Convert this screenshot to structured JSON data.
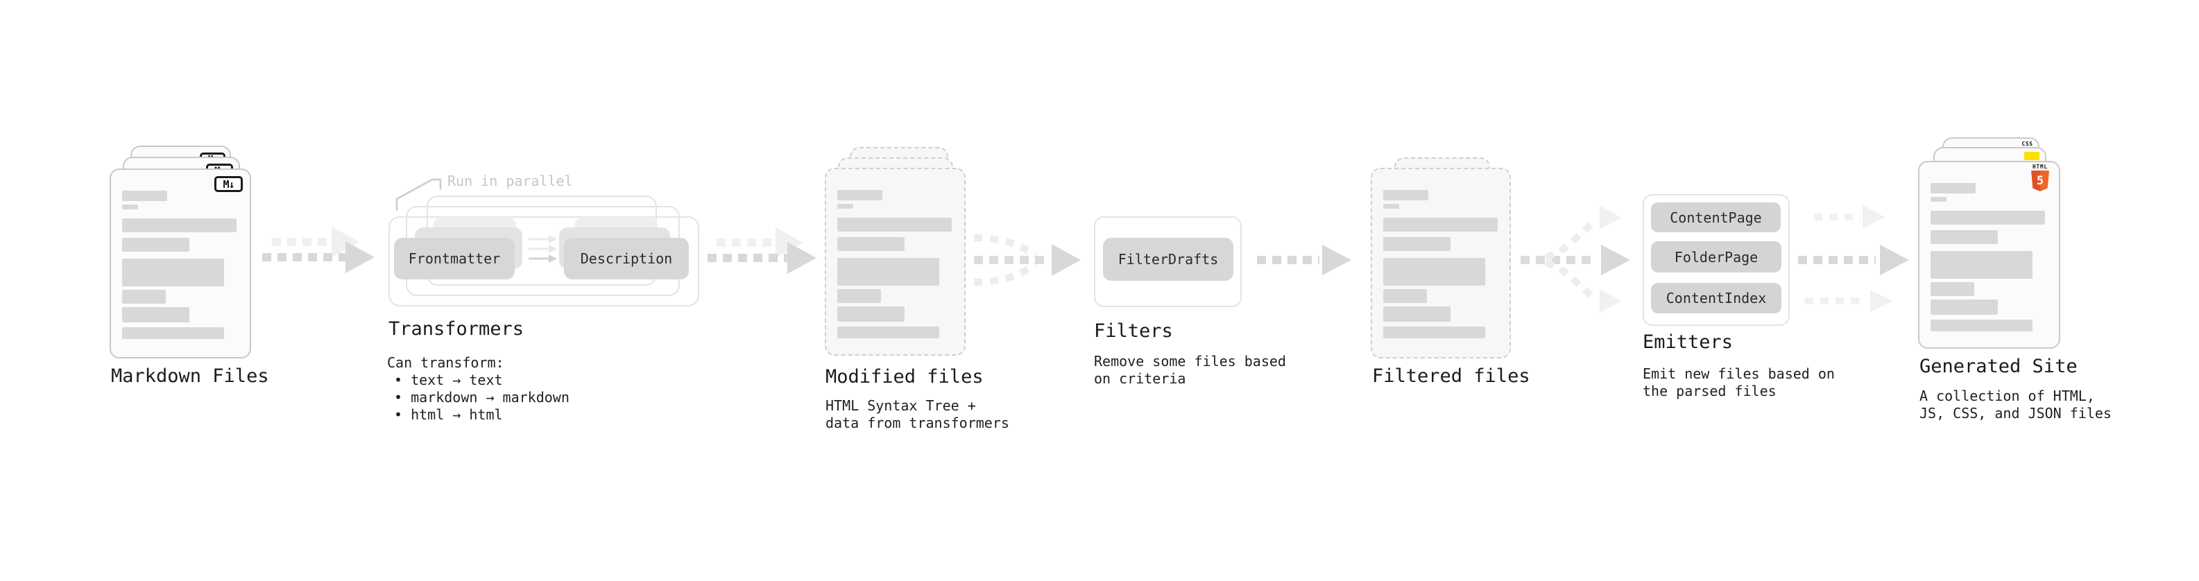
{
  "stages": {
    "markdown": {
      "label": "Markdown Files",
      "icon_label": "M↓"
    },
    "transformers": {
      "label": "Transformers",
      "note": "Run in parallel",
      "box_left": "Frontmatter",
      "box_right": "Description",
      "desc_title": "Can transform:",
      "desc_items": [
        "• text → text",
        "• markdown → markdown",
        "• html → html"
      ]
    },
    "modified": {
      "label": "Modified files",
      "desc": "HTML Syntax Tree +\ndata from transformers"
    },
    "filters": {
      "label": "Filters",
      "box": "FilterDrafts",
      "desc": "Remove some files based\non criteria"
    },
    "filtered": {
      "label": "Filtered files"
    },
    "emitters": {
      "label": "Emitters",
      "boxes": [
        "ContentPage",
        "FolderPage",
        "ContentIndex"
      ],
      "desc": "Emit new files based on\nthe parsed files"
    },
    "site": {
      "label": "Generated Site",
      "desc": "A collection of HTML,\nJS, CSS, and JSON files",
      "html_icon_word": "HTML",
      "html_icon_number": "5",
      "css_icon_word": "CSS"
    }
  },
  "colors": {
    "html5_orange": "#e34f26",
    "html5_orange_light": "#f16529",
    "js_yellow": "#ffdf00",
    "css_blue": "#2d62f0",
    "arrow_dark": "#d8d8d8",
    "arrow_light": "#f0f0f0"
  }
}
